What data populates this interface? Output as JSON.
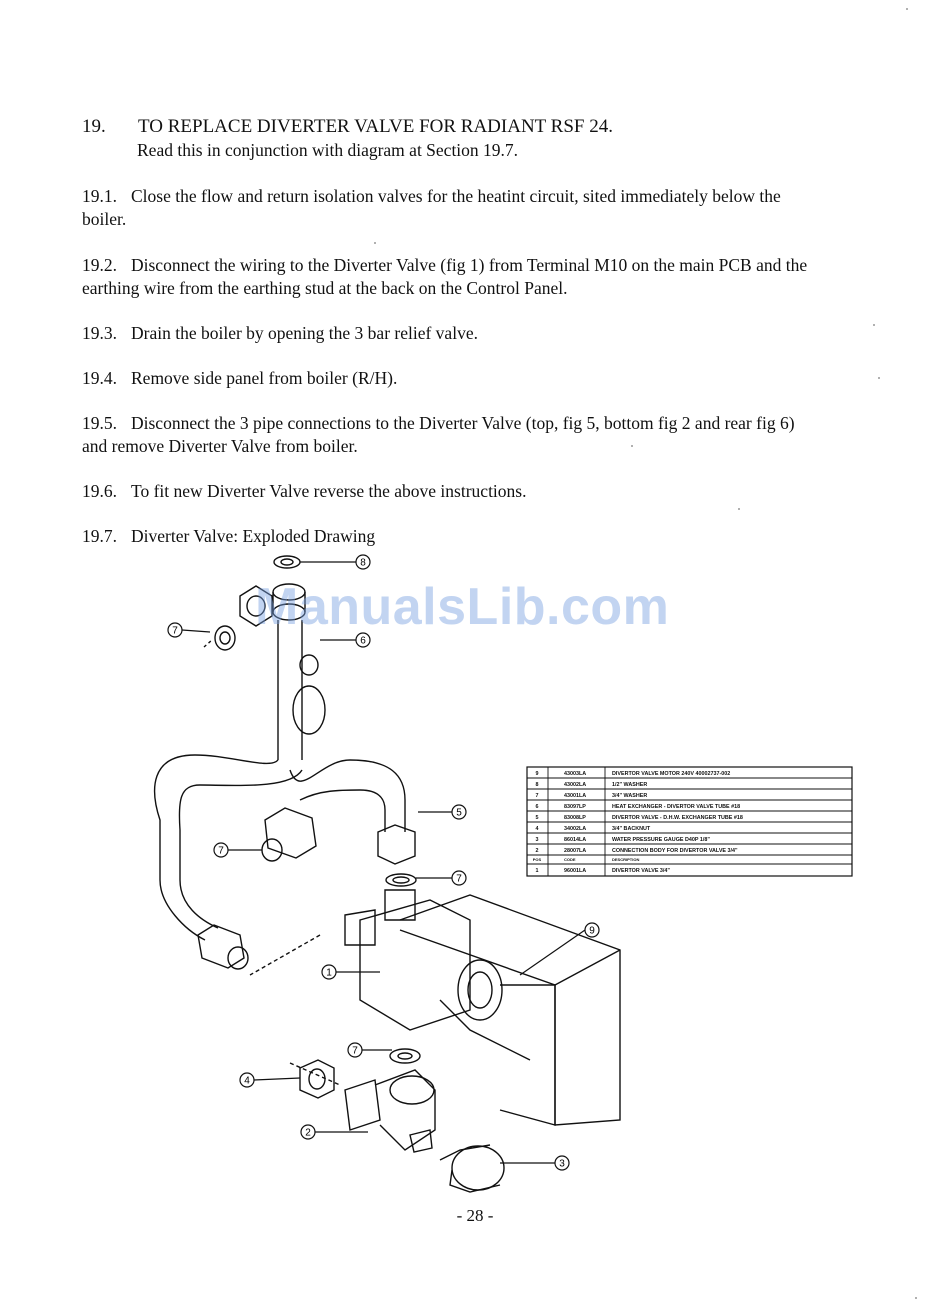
{
  "heading": {
    "number": "19.",
    "title": "TO REPLACE DIVERTER VALVE FOR RADIANT RSF 24."
  },
  "subline": "Read this in conjunction with diagram at Section  19.7.",
  "steps": [
    {
      "num": "19.1.",
      "text": "Close the flow and return isolation valves for the heatint circuit, sited immediately below the boiler."
    },
    {
      "num": "19.2.",
      "text": "Disconnect the wiring to the Diverter Valve (fig 1) from Terminal M10 on the main PCB and the earthing wire from the earthing stud at the back on the Control Panel."
    },
    {
      "num": "19.3.",
      "text": "Drain the boiler by opening the 3 bar relief valve."
    },
    {
      "num": "19.4.",
      "text": "Remove side panel from boiler (R/H)."
    },
    {
      "num": "19.5.",
      "text": "Disconnect the 3 pipe connections to the Diverter Valve (top, fig 5, bottom fig 2 and rear fig 6) and remove Diverter Valve from boiler."
    },
    {
      "num": "19.6.",
      "text": "To fit new Diverter Valve reverse the above instructions."
    },
    {
      "num": "19.7.",
      "text": "Diverter Valve:  Exploded Drawing"
    }
  ],
  "watermark": "ManualsLib.com",
  "parts_table": {
    "rows": [
      {
        "pos": "9",
        "code": "43003LA",
        "desc": "DIVERTOR VALVE MOTOR 240V 40002737-002"
      },
      {
        "pos": "8",
        "code": "43002LA",
        "desc": "1/2\" WASHER"
      },
      {
        "pos": "7",
        "code": "43001LA",
        "desc": "3/4\" WASHER"
      },
      {
        "pos": "6",
        "code": "83097LP",
        "desc": "HEAT EXCHANGER - DIVERTOR VALVE TUBE #18"
      },
      {
        "pos": "5",
        "code": "83008LP",
        "desc": "DIVERTOR VALVE - D.H.W. EXCHANGER TUBE #18"
      },
      {
        "pos": "4",
        "code": "34002LA",
        "desc": "3/4\" BACKNUT"
      },
      {
        "pos": "3",
        "code": "86014LA",
        "desc": "WATER PRESSURE GAUGE D40P 1/8\""
      },
      {
        "pos": "2",
        "code": "28007LA",
        "desc": "CONNECTION BODY FOR DIVERTOR VALVE 3/4\""
      },
      {
        "pos": "POS",
        "code": "CODE",
        "desc": "DESCRIPTION"
      },
      {
        "pos": "1",
        "code": "96001LA",
        "desc": "DIVERTOR VALVE 3/4\""
      }
    ]
  },
  "callouts": [
    "8",
    "7",
    "6",
    "5",
    "7",
    "7",
    "9",
    "1",
    "7",
    "4",
    "2",
    "3"
  ],
  "page_number": "- 28 -"
}
